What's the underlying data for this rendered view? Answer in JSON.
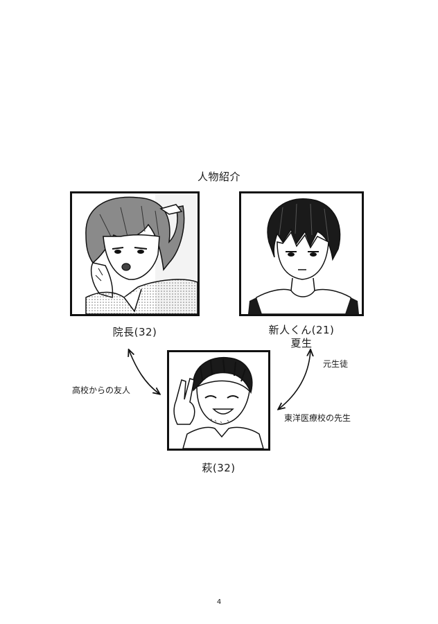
{
  "page": {
    "title": "人物紹介",
    "page_number": "4"
  },
  "characters": {
    "director": {
      "name": "院長(32)"
    },
    "newbie": {
      "name": "新人くん(21)",
      "subname": "夏生"
    },
    "hagi": {
      "name": "萩(32)"
    }
  },
  "relations": {
    "friends": "高校からの友人",
    "former_student": "元生徒",
    "teacher": "東洋医療校の先生"
  },
  "colors": {
    "ink": "#111111",
    "screentone": "#bdbdbd"
  }
}
